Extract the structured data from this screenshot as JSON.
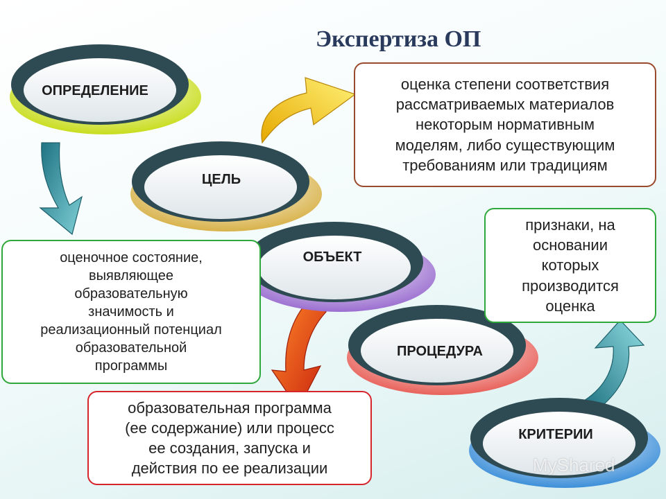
{
  "title": "Экспертиза ОП",
  "stages": [
    {
      "label": "ОПРЕДЕЛЕНИЕ",
      "color": "#c8dd1e"
    },
    {
      "label": "ЦЕЛЬ",
      "color": "#d8b24a"
    },
    {
      "label": "ОБЪЕКТ",
      "color": "#9b6fd0"
    },
    {
      "label": "ПРОЦЕДУРА",
      "color": "#e8615a"
    },
    {
      "label": "КРИТЕРИИ",
      "color": "#3d8fd9"
    }
  ],
  "boxes": {
    "definition": {
      "lines": [
        "оценка степени соответствия",
        "рассматриваемых материалов",
        "некоторым нормативным",
        "моделям, либо существующим",
        "требованиям или традициям"
      ],
      "border": "#9a4a2c"
    },
    "criteria": {
      "lines": [
        "признаки, на",
        "основании",
        "которых",
        "производится",
        "оценка"
      ],
      "border": "#2ea83a"
    },
    "goal": {
      "lines": [
        "оценочное состояние,",
        "выявляющее",
        "образовательную",
        "значимость и",
        "реализационный потенциал",
        "образовательной",
        "программы"
      ],
      "border": "#2ea83a"
    },
    "object": {
      "lines": [
        "образовательная программа",
        "(ее содержание) или процесс",
        "ее создания, запуска и",
        "действия по ее реализации"
      ],
      "border": "#d6262c"
    }
  },
  "watermark": "MyShared",
  "colors": {
    "disc_dark": "#2e4a52",
    "disc_light": "#dfe6ea",
    "arrow_yellow": "#f2c20e",
    "arrow_teal": "#2c8d9c",
    "arrow_red": "#e0451a",
    "title": "#2a3a5c"
  }
}
